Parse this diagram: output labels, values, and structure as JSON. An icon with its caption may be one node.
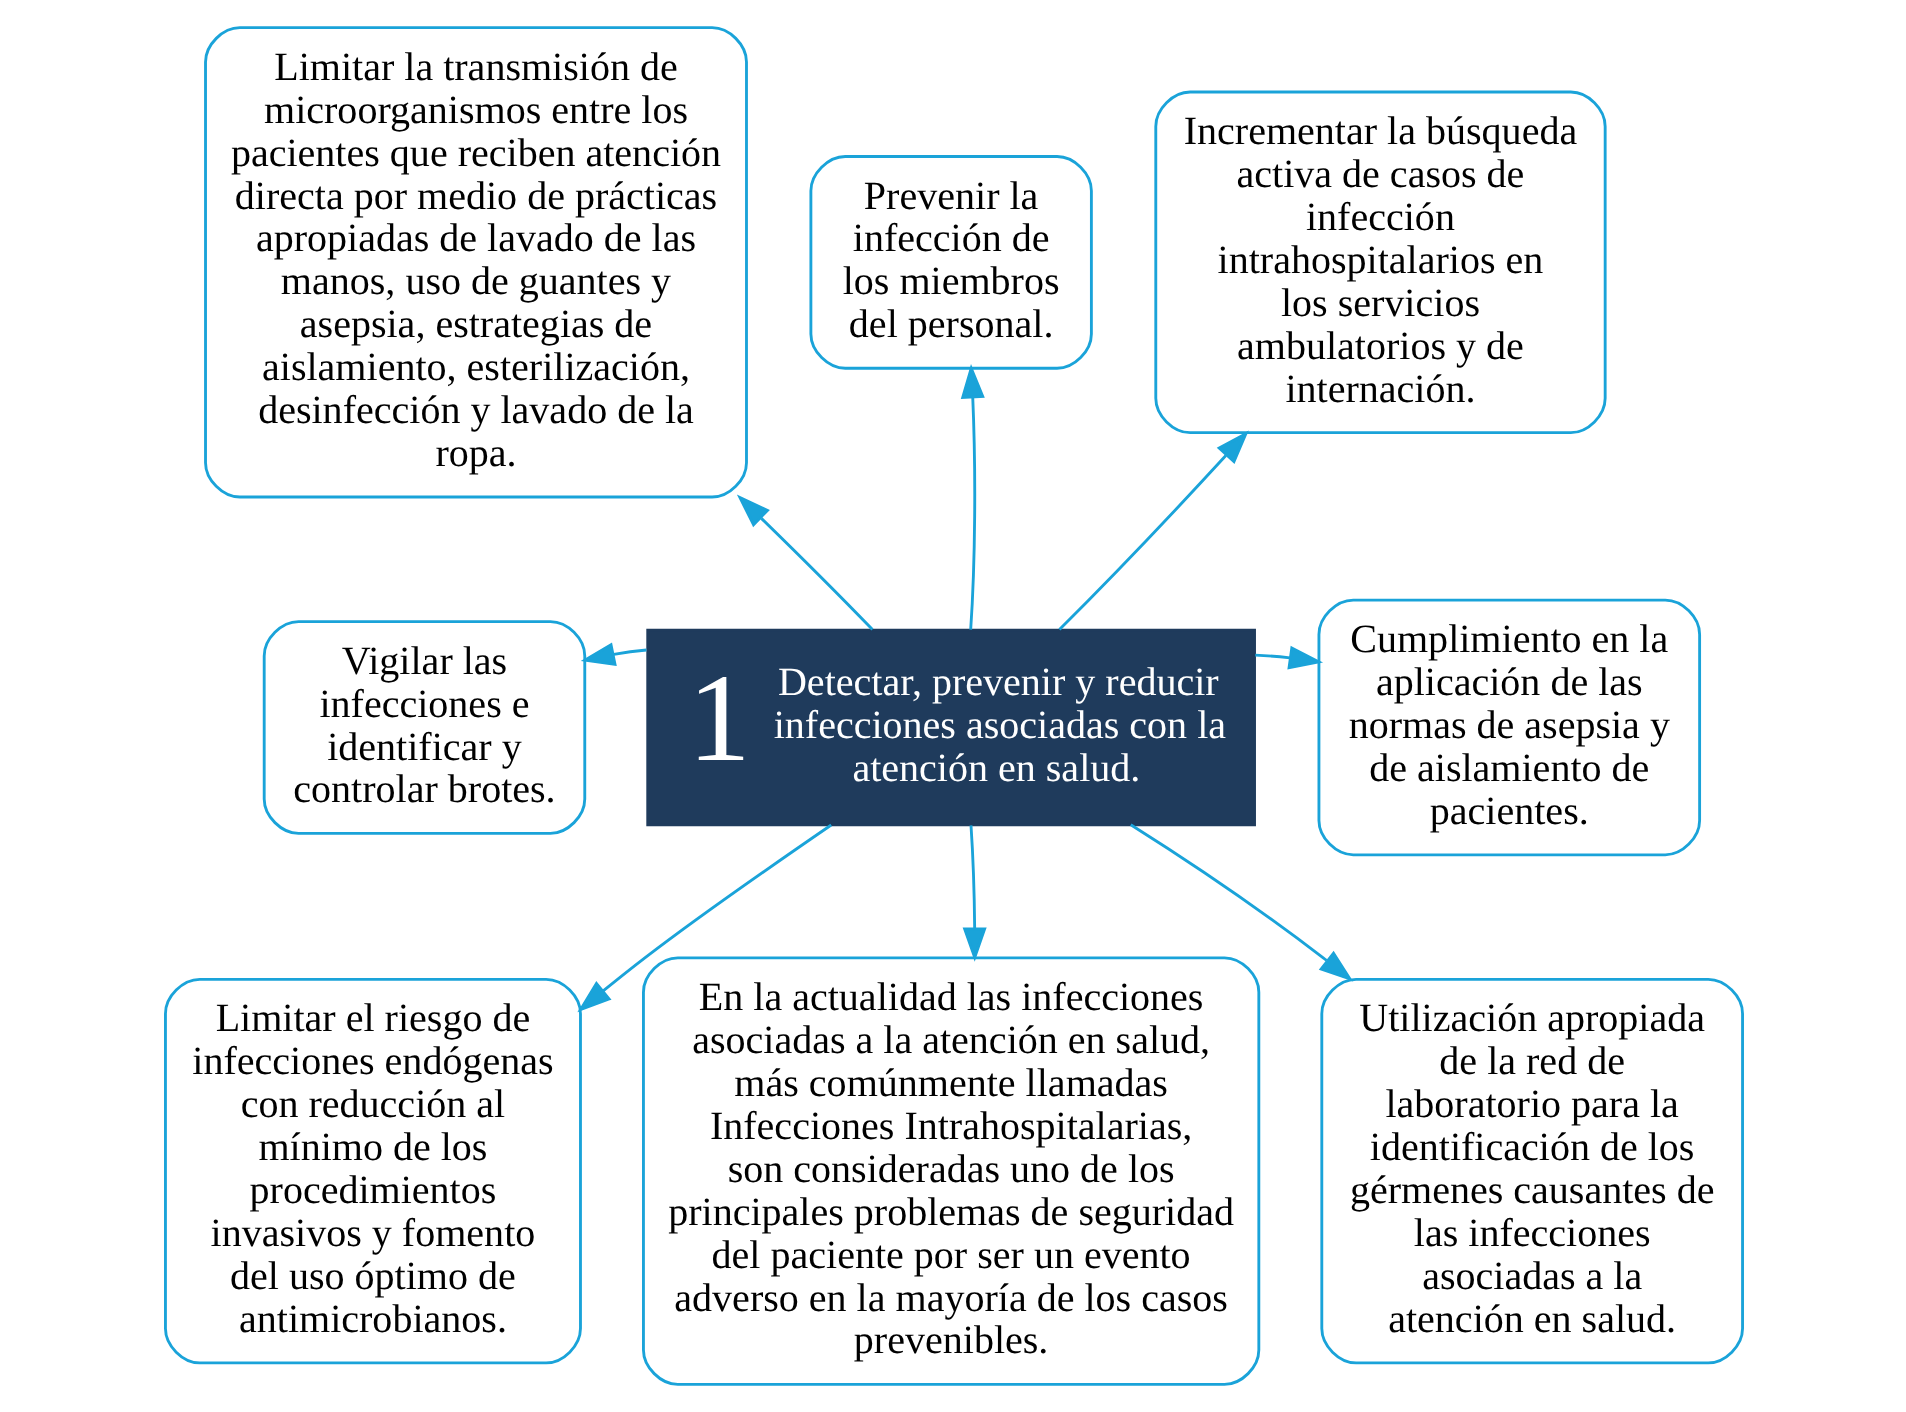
{
  "diagram": {
    "nodes": [
      {
        "text": [
          "1",
          "Detectar, prevenir y reducir infecciones asociadas con la atención en salud."
        ]
      },
      {
        "text": [
          "Limitar la transmisión de microorganismos entre los pacientes que reciben atención directa por medio de prácticas apropiadas de lavado de las manos, uso de guantes y asepsia, estrategias de aislamiento, esterilización, desinfección y lavado de la ropa."
        ]
      },
      {
        "text": [
          "Prevenir la infección de los miembros del personal."
        ]
      },
      {
        "text": [
          "Incrementar la búsqueda activa de casos de infección intrahospitalarios en los servicios ambulatorios y de internación."
        ]
      },
      {
        "text": [
          "Vigilar las infecciones e identificar y controlar brotes."
        ]
      },
      {
        "text": [
          "Cumplimiento en la aplicación de las normas de asepsia y de aislamiento de pacientes."
        ]
      },
      {
        "text": [
          "Limitar el riesgo de infecciones endógenas con reducción al mínimo de los procedimientos invasivos y fomento del uso óptimo de antimicrobianos."
        ]
      },
      {
        "text": [
          "En la actualidad las infecciones asociadas a la atención en salud, más comúnmente llamadas Infecciones Intrahospitalarias, son consideradas uno de los principales problemas de seguridad del paciente por ser un evento adverso en la mayoría de los casos prevenibles."
        ]
      },
      {
        "text": [
          "Utilización apropiada de la red de laboratorio para la identificación de los gérmenes causantes de las infecciones asociadas a la atención en salud."
        ]
      }
    ],
    "edges": [
      {
        "from": 0,
        "to": 1,
        "arrow": "to"
      },
      {
        "from": 0,
        "to": 2,
        "arrow": "to"
      },
      {
        "from": 0,
        "to": 3,
        "arrow": "to"
      },
      {
        "from": 0,
        "to": 4,
        "arrow": "to"
      },
      {
        "from": 0,
        "to": 5,
        "arrow": "to"
      },
      {
        "from": 0,
        "to": 6,
        "arrow": "to"
      },
      {
        "from": 0,
        "to": 7,
        "arrow": "to"
      },
      {
        "from": 0,
        "to": 8,
        "arrow": "to"
      }
    ]
  }
}
